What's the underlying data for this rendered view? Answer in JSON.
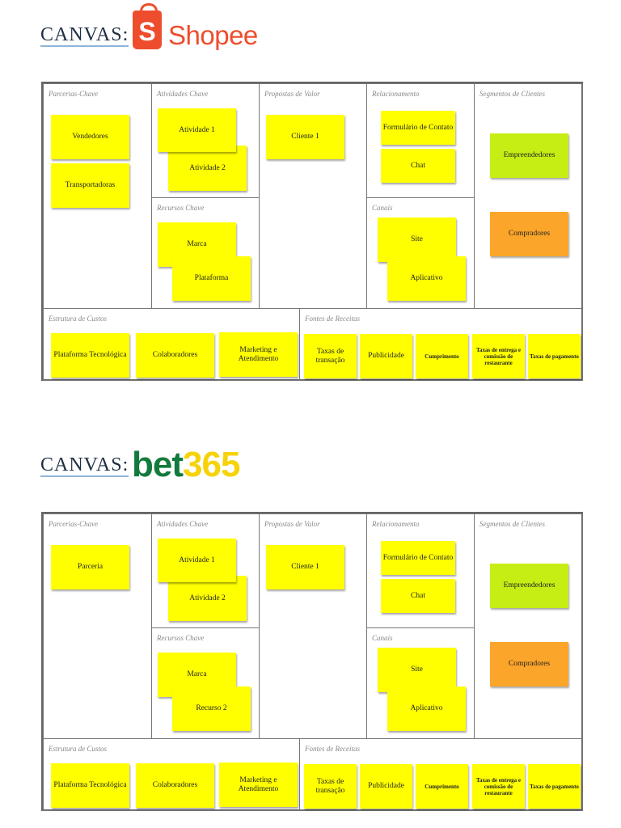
{
  "canvases": [
    {
      "title": "CANVAS:",
      "logo_text": "Shopee",
      "logo_mark": "S",
      "sections": {
        "parcerias": {
          "label": "Parcerias-Chave",
          "notes": [
            "Vendedores",
            "Transportadoras"
          ]
        },
        "atividades": {
          "label": "Atividades Chave",
          "notes": [
            "Atividade  1",
            "Atividade 2"
          ]
        },
        "recursos": {
          "label": "Recursos Chave",
          "notes": [
            "Marca",
            "Plataforma"
          ]
        },
        "propostas": {
          "label": "Propostas de Valor",
          "notes": [
            "Cliente 1"
          ]
        },
        "relacionamento": {
          "label": "Relacionamento",
          "notes": [
            "Formulário de Contato",
            "Chat"
          ]
        },
        "canais": {
          "label": "Canais",
          "notes": [
            "Site",
            "Aplicativo"
          ]
        },
        "segmentos": {
          "label": "Segmentos de Clientes",
          "notes": [
            "Empreendedores",
            "Compradores"
          ]
        },
        "custos": {
          "label": "Estrutura de Custos",
          "notes": [
            "Plataforma Tecnológica",
            "Colaboradores",
            "Marketing e Atendimento"
          ]
        },
        "receitas": {
          "label": "Fontes de Receitas",
          "notes": [
            "Taxas de transação",
            "Publicidade",
            "Cumprimento",
            "Taxas de entrega e comissão de restaurante",
            "Taxas de pagamento"
          ]
        }
      }
    },
    {
      "title": "CANVAS:",
      "logo_text": "bet",
      "logo_num": "365",
      "sections": {
        "parcerias": {
          "label": "Parcerias-Chave",
          "notes": [
            "Parceria"
          ]
        },
        "atividades": {
          "label": "Atividades Chave",
          "notes": [
            "Atividade  1",
            "Atividade 2"
          ]
        },
        "recursos": {
          "label": "Recursos Chave",
          "notes": [
            "Marca",
            "Recurso 2"
          ]
        },
        "propostas": {
          "label": "Propostas de Valor",
          "notes": [
            "Cliente 1"
          ]
        },
        "relacionamento": {
          "label": "Relacionamento",
          "notes": [
            "Formulário de Contato",
            "Chat"
          ]
        },
        "canais": {
          "label": "Canais",
          "notes": [
            "Site",
            "Aplicativo"
          ]
        },
        "segmentos": {
          "label": "Segmentos de Clientes",
          "notes": [
            "Empreendedores",
            "Compradores"
          ]
        },
        "custos": {
          "label": "Estrutura de Custos",
          "notes": [
            "Plataforma Tecnológica",
            "Colaboradores",
            "Marketing e Atendimento"
          ]
        },
        "receitas": {
          "label": "Fontes de Receitas",
          "notes": [
            "Taxas de transação",
            "Publicidade",
            "Cumprimento",
            "Taxas de entrega e comissão de restaurante",
            "Taxas de pagamento"
          ]
        }
      }
    }
  ],
  "colors": {
    "sticky": "#ffff00",
    "segment_green": "#c6ee14",
    "segment_orange": "#fba52a",
    "shopee_orange": "#ee4d2d",
    "bet_green": "#127a3c",
    "bet_yellow": "#f6d209"
  }
}
